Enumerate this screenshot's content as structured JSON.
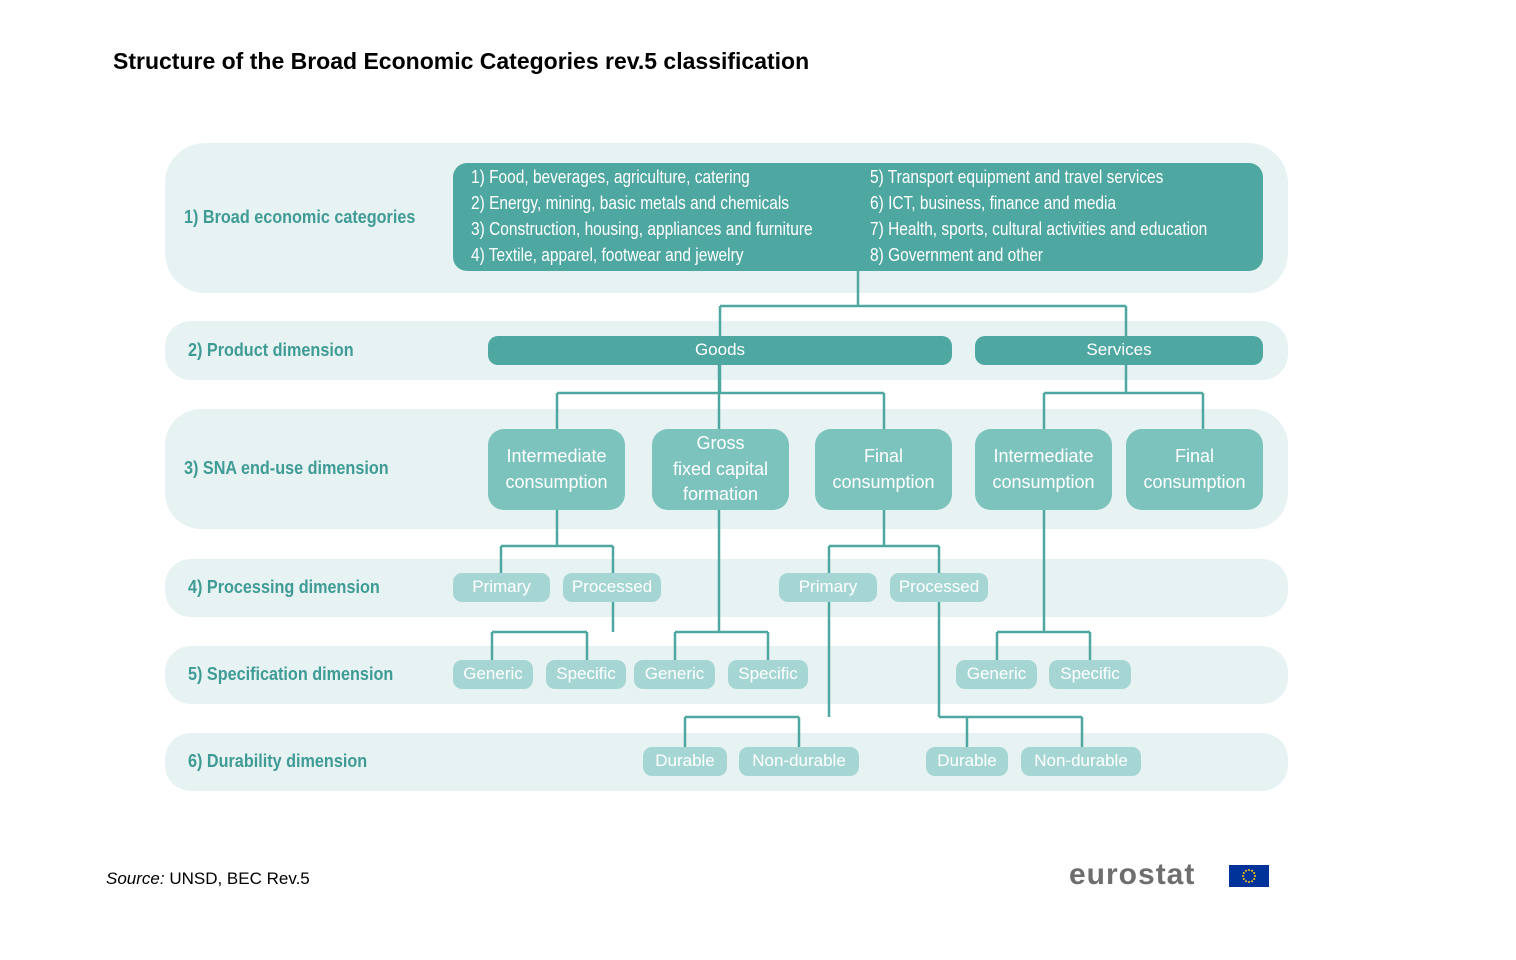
{
  "title": "Structure of the Broad Economic Categories rev.5 classification",
  "levels": [
    "1)  Broad economic categories",
    "2)  Product dimension",
    "3)  SNA end-use dimension",
    "4)  Processing dimension",
    "5)  Specification dimension",
    "6)  Durability dimension"
  ],
  "categories": [
    "1) Food, beverages, agriculture, catering",
    "2) Energy, mining, basic metals and chemicals",
    "3) Construction, housing, appliances and furniture",
    "4) Textile, apparel, footwear and jewelry",
    "5) Transport equipment and travel services",
    "6) ICT, business, finance and media",
    "7) Health, sports, cultural activities and education",
    "8) Government and other"
  ],
  "product": {
    "goods": "Goods",
    "services": "Services"
  },
  "end_use": {
    "intermediate": "Intermediate\nconsumption",
    "gfcf": "Gross\nfixed capital\nformation",
    "final": "Final\nconsumption"
  },
  "processing": {
    "primary": "Primary",
    "processed": "Processed"
  },
  "specification": {
    "generic": "Generic",
    "specific": "Specific"
  },
  "durability": {
    "durable": "Durable",
    "non_durable": "Non-durable"
  },
  "source": {
    "label": "Source:",
    "text": " UNSD, BEC Rev.5"
  },
  "logo": {
    "wordmark": "eurostat",
    "flag_colors": [
      "#003399",
      "#ffcc00"
    ]
  },
  "colors": {
    "dark_teal": "#4ea7a1",
    "mid_teal": "#7cc2bd",
    "pale_teal": "#a6d6d3",
    "band": "#e7f2f2",
    "label": "#3f9b96"
  }
}
